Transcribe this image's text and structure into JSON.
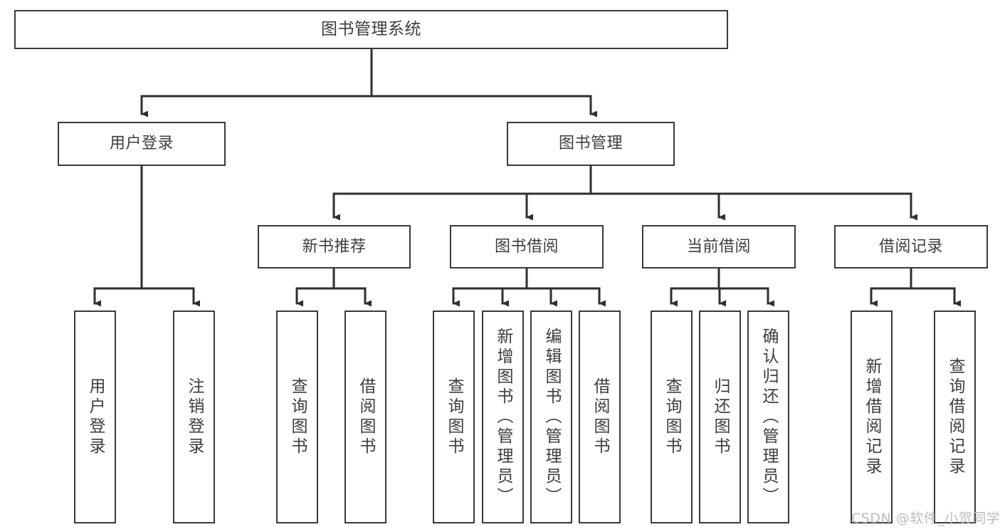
{
  "diagram": {
    "type": "hierarchy-tree",
    "title": "图书管理系统",
    "levels": 4,
    "colors": {
      "box_border": "#3a3a3a",
      "box_fill": "#ffffff",
      "text": "#3d3d3d",
      "connector": "#2f2f2f",
      "watermark": "#b9b9b9",
      "background": "#ffffff"
    },
    "nodes": {
      "root": {
        "label": "图书管理系统"
      },
      "level2": [
        {
          "label": "用户登录"
        },
        {
          "label": "图书管理"
        }
      ],
      "level3": [
        {
          "label": "新书推荐"
        },
        {
          "label": "图书借阅"
        },
        {
          "label": "当前借阅"
        },
        {
          "label": "借阅记录"
        }
      ],
      "leaves_user_login": [
        {
          "label": "用户登录"
        },
        {
          "label": "注销登录"
        }
      ],
      "leaves_new_book": [
        {
          "label": "查询图书"
        },
        {
          "label": "借阅图书"
        }
      ],
      "leaves_borrow": [
        {
          "label": "查询图书"
        },
        {
          "label": "新增图书（管理员）"
        },
        {
          "label": "编辑图书（管理员）"
        },
        {
          "label": "借阅图书"
        }
      ],
      "leaves_current": [
        {
          "label": "查询图书"
        },
        {
          "label": "归还图书"
        },
        {
          "label": "确认归还（管理员）"
        }
      ],
      "leaves_records": [
        {
          "label": "新增借阅记录"
        },
        {
          "label": "查询借阅记录"
        }
      ]
    }
  },
  "watermark": {
    "text": "CSDN @软件_小贺同学"
  }
}
